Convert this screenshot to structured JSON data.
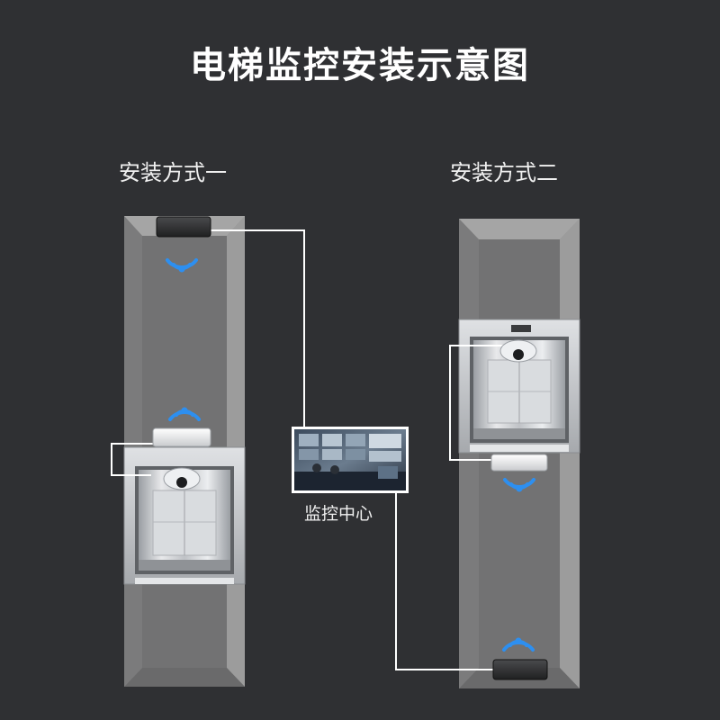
{
  "title": "电梯监控安装示意图",
  "method_1": {
    "label": "安装方式一"
  },
  "method_2": {
    "label": "安装方式二"
  },
  "center": {
    "label": "监控中心"
  },
  "colors": {
    "background": "#2f3033",
    "shaft_wall": "#8e8e8e",
    "shaft_inner": "#6f6f70",
    "wifi": "#2d8ff0",
    "cable": "#ffffff"
  },
  "icons": [
    "wifi-icon",
    "wireless-bridge-icon",
    "dome-camera-icon",
    "monitor-screen-icon"
  ]
}
